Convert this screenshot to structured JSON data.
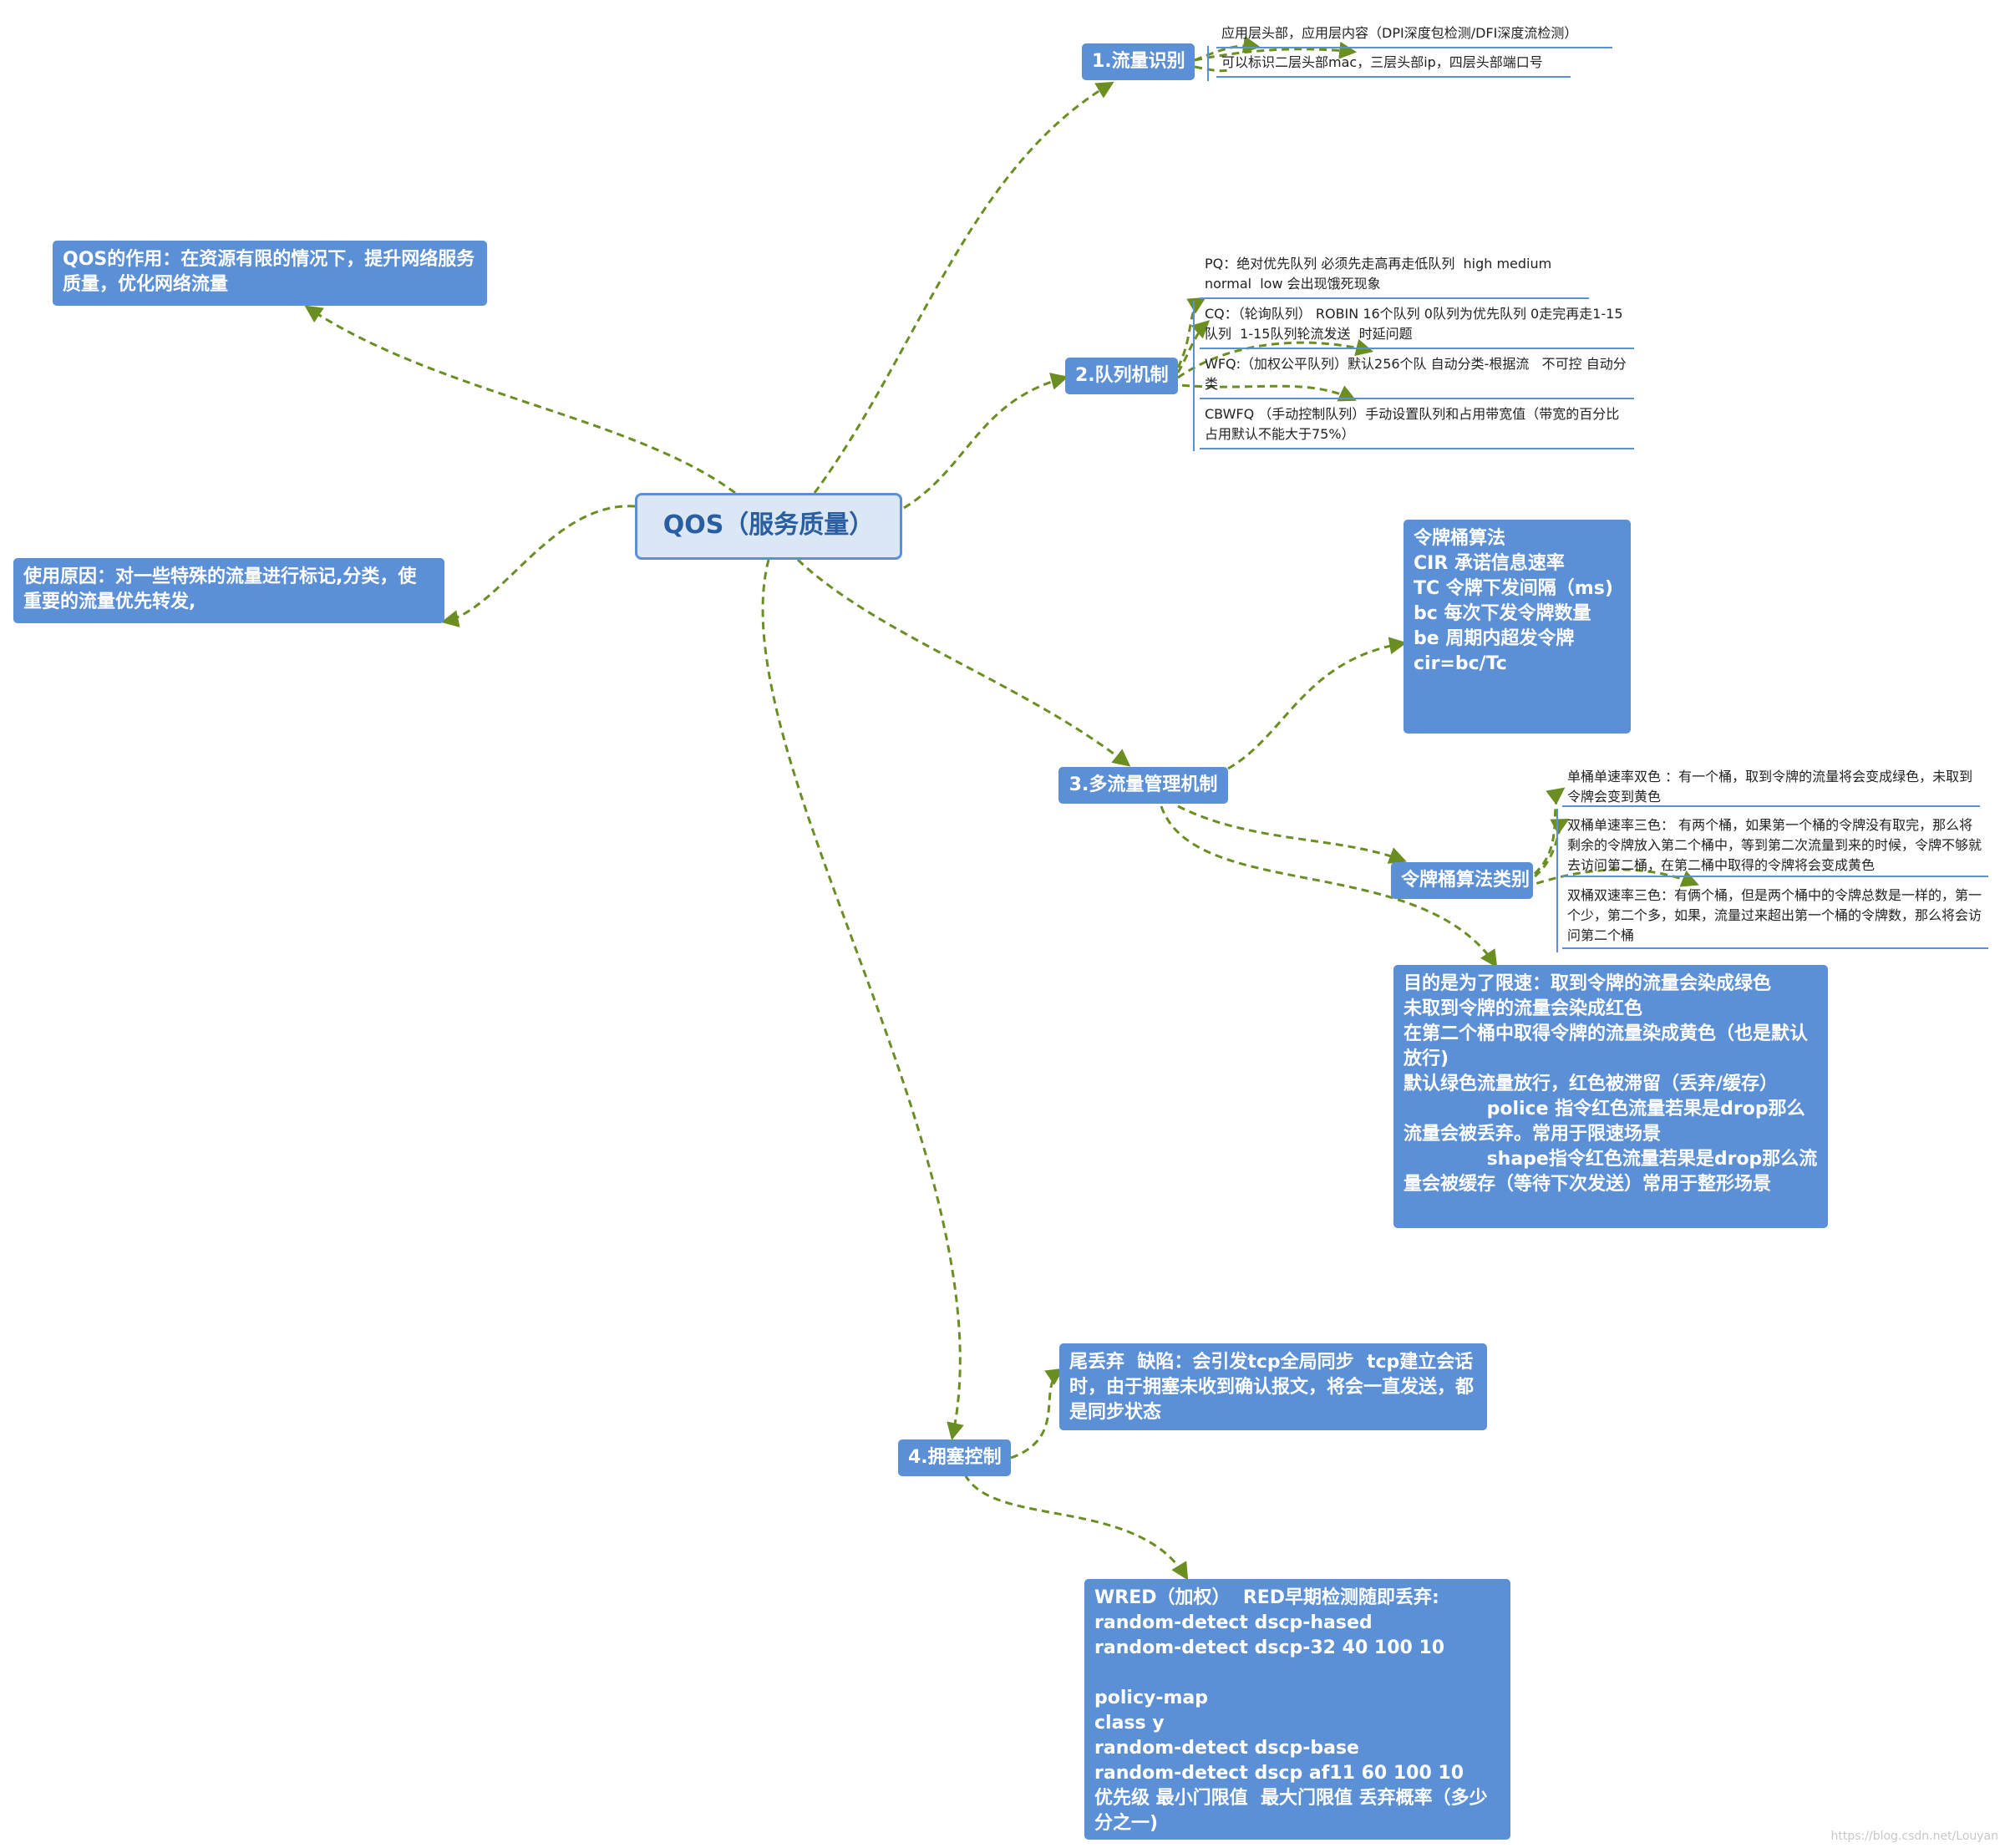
{
  "root": {
    "label": "QOS（服务质量）"
  },
  "side_notes": {
    "purpose": "QOS的作用：在资源有限的情况下，提升网络服务质量，优化网络流量",
    "reason": "使用原因：对一些特殊的流量进行标记,分类，使重要的流量优先转发,"
  },
  "branch1": {
    "label": "1.流量识别",
    "items": [
      "应用层头部，应用层内容（DPI深度包检测/DFI深度流检测）",
      "可以标识二层头部mac，三层头部ip，四层头部端口号"
    ]
  },
  "branch2": {
    "label": "2.队列机制",
    "items": [
      "PQ：绝对优先队列 必须先走高再走低队列  high medium normal  low 会出现饿死现象",
      "CQ：（轮询队列） ROBIN 16个队列 0队列为优先队列 0走完再走1-15队列  1-15队列轮流发送  时延问题",
      "WFQ:（加权公平队列）默认256个队 自动分类-根据流   不可控 自动分类",
      "CBWFQ （手动控制队列）手动设置队列和占用带宽值（带宽的百分比占用默认不能大于75%）"
    ]
  },
  "branch3": {
    "label": "3.多流量管理机制",
    "token_bucket": "令牌桶算法\nCIR 承诺信息速率\nTC 令牌下发间隔（ms)\nbc 每次下发令牌数量\nbe 周期内超发令牌\ncir=bc/Tc",
    "types_label": "令牌桶算法类别",
    "types": [
      "单桶单速率双色 ：有一个桶，取到令牌的流量将会变成绿色，未取到令牌会变到黄色",
      "双桶单速率三色： 有两个桶，如果第一个桶的令牌没有取完，那么将剩余的令牌放入第二个桶中，等到第二次流量到来的时候，令牌不够就去访问第二桶，在第二桶中取得的令牌将会变成黄色",
      "双桶双速率三色：有俩个桶，但是两个桶中的令牌总数是一样的，第一个少，第二个多，如果，流量过来超出第一个桶的令牌数，那么将会访问第二个桶"
    ],
    "purpose": "目的是为了限速：取到令牌的流量会染成绿色\n未取到令牌的流量会染成红色\n在第二个桶中取得令牌的流量染成黄色（也是默认放行)\n默认绿色流量放行，红色被滞留（丢弃/缓存）\n             police 指令红色流量若果是drop那么流量会被丢弃。常用于限速场景\n             shape指令红色流量若果是drop那么流量会被缓存（等待下次发送）常用于整形场景"
  },
  "branch4": {
    "label": "4.拥塞控制",
    "tail_drop": "尾丢弃  缺陷：会引发tcp全局同步  tcp建立会话时，由于拥塞未收到确认报文，将会一直发送，都是同步状态",
    "wred": "WRED（加权）  RED早期检测随即丢弃:\nrandom-detect dscp-hased\nrandom-detect dscp-32 40 100 10\n\npolicy-map\nclass y\nrandom-detect dscp-base\nrandom-detect dscp af11 60 100 10      优先级 最小门限值  最大门限值 丢弃概率（多少分之一)"
  },
  "watermark": "https://blog.csdn.net/Louyan",
  "colors": {
    "node": "#5b8fd6",
    "edge": "#6b8e23",
    "root_bg": "#dbe7f5"
  }
}
